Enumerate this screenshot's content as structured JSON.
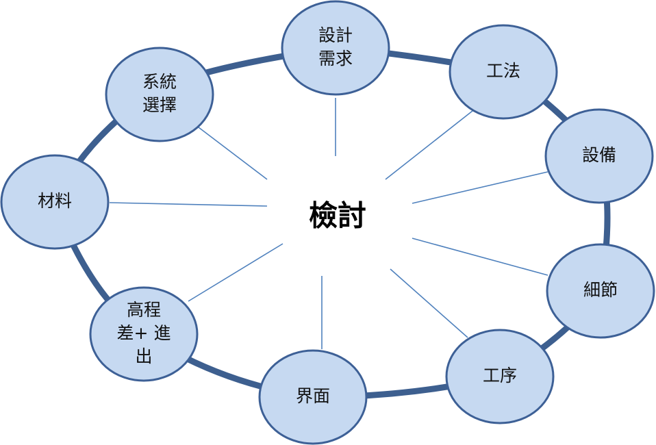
{
  "center": {
    "label": "檢討"
  },
  "nodes": [
    {
      "id": "design-requirements",
      "lines": [
        "設計",
        "需求"
      ]
    },
    {
      "id": "construction-method",
      "lines": [
        "工法"
      ]
    },
    {
      "id": "equipment",
      "lines": [
        "設備"
      ]
    },
    {
      "id": "details",
      "lines": [
        "細節"
      ]
    },
    {
      "id": "process-sequence",
      "lines": [
        "工序"
      ]
    },
    {
      "id": "interface",
      "lines": [
        "界面"
      ]
    },
    {
      "id": "elevation-access",
      "lines": [
        "高程",
        "差+ 進",
        "出"
      ]
    },
    {
      "id": "materials",
      "lines": [
        "材料"
      ]
    },
    {
      "id": "system-selection",
      "lines": [
        "系統",
        "選擇"
      ]
    }
  ],
  "colors": {
    "node_fill": "#c6d9f1",
    "node_stroke": "#3d6096",
    "ring": "#3d5f8f",
    "spoke": "#4f81bd"
  }
}
